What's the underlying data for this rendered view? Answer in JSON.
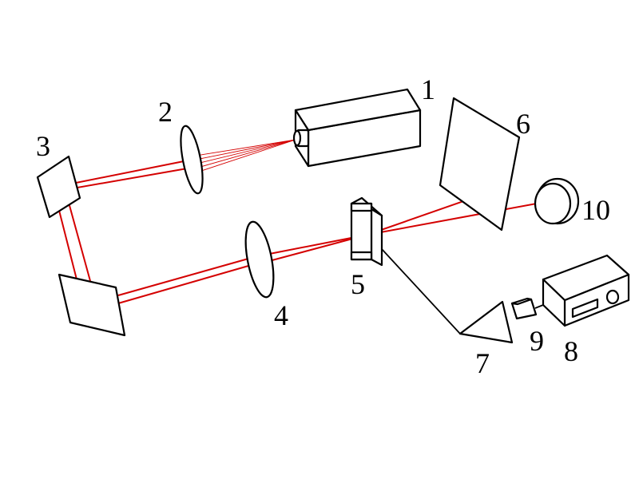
{
  "colors": {
    "beam": "#d40000",
    "outline": "#000000",
    "sample_fill": "#c8c8c8",
    "background": "#ffffff"
  },
  "labels": {
    "laser": "1",
    "lens_1": "2",
    "mirror_1": "3",
    "lens_2": "4",
    "sample": "5",
    "screen": "6",
    "prism": "7",
    "controller": "8",
    "detector": "9",
    "photodetector": "10"
  }
}
